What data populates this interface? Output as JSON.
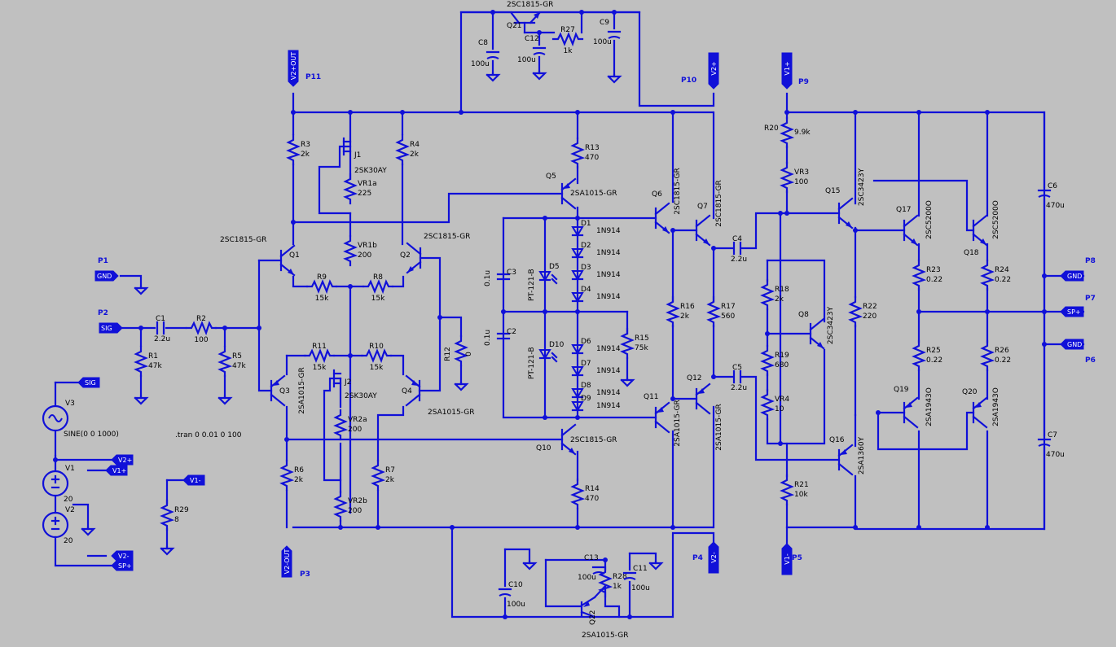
{
  "colors": {
    "background": "#c0c0c0",
    "wire": "#1010d8",
    "text": "#000000"
  },
  "directive": ".tran 0 0.01 0 100",
  "ports": [
    {
      "id": "P1",
      "label": "GND"
    },
    {
      "id": "P2",
      "label": "SIG"
    },
    {
      "id": "P3",
      "label": "V2-OUT"
    },
    {
      "id": "P4",
      "label": "V2-"
    },
    {
      "id": "P5",
      "label": "V1-"
    },
    {
      "id": "P6",
      "label": "GND"
    },
    {
      "id": "P7",
      "label": "SP+"
    },
    {
      "id": "P8",
      "label": "GND"
    },
    {
      "id": "P9",
      "label": "V1+"
    },
    {
      "id": "P10",
      "label": "V2+"
    },
    {
      "id": "P11",
      "label": "V2+OUT"
    }
  ],
  "net_labels": [
    "SIG",
    "V2+",
    "V1+",
    "V1-",
    "V2-",
    "SP+"
  ],
  "sources": [
    {
      "ref": "V1",
      "value": "20"
    },
    {
      "ref": "V2",
      "value": "20"
    },
    {
      "ref": "V3",
      "value": "SINE(0 0 1000)"
    }
  ],
  "resistors": [
    {
      "ref": "R1",
      "value": "47k"
    },
    {
      "ref": "R2",
      "value": "100"
    },
    {
      "ref": "R3",
      "value": "2k"
    },
    {
      "ref": "R4",
      "value": "2k"
    },
    {
      "ref": "R5",
      "value": "47k"
    },
    {
      "ref": "R6",
      "value": "2k"
    },
    {
      "ref": "R7",
      "value": "2k"
    },
    {
      "ref": "R8",
      "value": "15k"
    },
    {
      "ref": "R9",
      "value": "15k"
    },
    {
      "ref": "R10",
      "value": "15k"
    },
    {
      "ref": "R11",
      "value": "15k"
    },
    {
      "ref": "R12",
      "value": "0"
    },
    {
      "ref": "R13",
      "value": "470"
    },
    {
      "ref": "R14",
      "value": "470"
    },
    {
      "ref": "R15",
      "value": "75k"
    },
    {
      "ref": "R16",
      "value": "2k"
    },
    {
      "ref": "R17",
      "value": "560"
    },
    {
      "ref": "R18",
      "value": "2k"
    },
    {
      "ref": "R19",
      "value": "680"
    },
    {
      "ref": "R20",
      "value": "9.9k"
    },
    {
      "ref": "R21",
      "value": "10k"
    },
    {
      "ref": "R22",
      "value": "220"
    },
    {
      "ref": "R23",
      "value": "0.22"
    },
    {
      "ref": "R24",
      "value": "0.22"
    },
    {
      "ref": "R25",
      "value": "0.22"
    },
    {
      "ref": "R26",
      "value": "0.22"
    },
    {
      "ref": "R27",
      "value": "1k"
    },
    {
      "ref": "R28",
      "value": "1k"
    },
    {
      "ref": "R29",
      "value": "8"
    },
    {
      "ref": "VR1a",
      "value": "225"
    },
    {
      "ref": "VR1b",
      "value": "200"
    },
    {
      "ref": "VR2a",
      "value": "200"
    },
    {
      "ref": "VR2b",
      "value": "200"
    },
    {
      "ref": "VR3",
      "value": "100"
    },
    {
      "ref": "VR4",
      "value": "10"
    }
  ],
  "capacitors": [
    {
      "ref": "C1",
      "value": "2.2u"
    },
    {
      "ref": "C2",
      "value": "0.1u"
    },
    {
      "ref": "C3",
      "value": "0.1u"
    },
    {
      "ref": "C4",
      "value": "2.2u"
    },
    {
      "ref": "C5",
      "value": "2.2u"
    },
    {
      "ref": "C6",
      "value": "470u"
    },
    {
      "ref": "C7",
      "value": "470u"
    },
    {
      "ref": "C8",
      "value": "100u"
    },
    {
      "ref": "C9",
      "value": "100u"
    },
    {
      "ref": "C10",
      "value": "100u"
    },
    {
      "ref": "C11",
      "value": "100u"
    },
    {
      "ref": "C12",
      "value": "100u"
    },
    {
      "ref": "C13",
      "value": "100u"
    }
  ],
  "diodes": [
    {
      "ref": "D1",
      "value": "1N914"
    },
    {
      "ref": "D2",
      "value": "1N914"
    },
    {
      "ref": "D3",
      "value": "1N914"
    },
    {
      "ref": "D4",
      "value": "1N914"
    },
    {
      "ref": "D6",
      "value": "1N914"
    },
    {
      "ref": "D7",
      "value": "1N914"
    },
    {
      "ref": "D8",
      "value": "1N914"
    },
    {
      "ref": "D9",
      "value": "1N914"
    },
    {
      "ref": "D5",
      "value": "PT-121-B"
    },
    {
      "ref": "D10",
      "value": "PT-121-B"
    }
  ],
  "transistors": [
    {
      "ref": "Q1",
      "value": "2SC1815-GR"
    },
    {
      "ref": "Q2",
      "value": "2SC1815-GR"
    },
    {
      "ref": "Q3",
      "value": "2SA1015-GR"
    },
    {
      "ref": "Q4",
      "value": "2SA1015-GR"
    },
    {
      "ref": "Q5",
      "value": "2SA1015-GR"
    },
    {
      "ref": "Q6",
      "value": "2SC1815-GR"
    },
    {
      "ref": "Q7",
      "value": "2SC1815-GR"
    },
    {
      "ref": "Q8",
      "value": "2SC3423Y"
    },
    {
      "ref": "Q10",
      "value": "2SC1815-GR"
    },
    {
      "ref": "Q11",
      "value": "2SA1015-GR"
    },
    {
      "ref": "Q12",
      "value": "2SA1015-GR"
    },
    {
      "ref": "Q15",
      "value": "2SC3423Y"
    },
    {
      "ref": "Q16",
      "value": "2SA1360Y"
    },
    {
      "ref": "Q17",
      "value": "2SC5200O"
    },
    {
      "ref": "Q18",
      "value": "2SC5200O"
    },
    {
      "ref": "Q19",
      "value": "2SA1943O"
    },
    {
      "ref": "Q20",
      "value": "2SA1943O"
    },
    {
      "ref": "Q21",
      "value": "2SC1815-GR"
    },
    {
      "ref": "Q22",
      "value": "2SA1015-GR"
    },
    {
      "ref": "J1",
      "value": "2SK30AY"
    },
    {
      "ref": "J2",
      "value": "2SK30AY"
    }
  ]
}
